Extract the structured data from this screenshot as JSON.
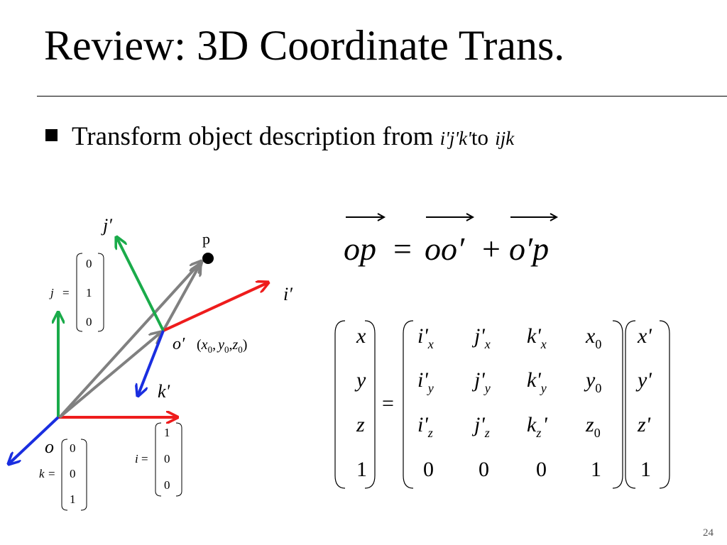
{
  "slide": {
    "title": "Review: 3D Coordinate Trans.",
    "bullet": {
      "text": "Transform object description from",
      "source_frame": "i'j'k'",
      "connector": "to",
      "target_frame": "ijk"
    },
    "page_number": "24"
  },
  "diagram": {
    "labels": {
      "j_prime": "j′",
      "i_prime": "i′",
      "k_prime": "k'",
      "o_prime": "o′",
      "o": "o",
      "p": "p"
    },
    "origin_prime_coords": {
      "open": "(",
      "x": "x",
      "x_sub": "0",
      "y": "y",
      "y_sub": "0",
      "z": "z",
      "z_sub": "0",
      "sep": ",",
      "close": ")"
    },
    "basis_vectors": {
      "j": {
        "name": "j",
        "eq": "=",
        "values": [
          "0",
          "1",
          "0"
        ]
      },
      "i": {
        "name": "i",
        "eq": "=",
        "values": [
          "1",
          "0",
          "0"
        ]
      },
      "k": {
        "name": "k",
        "eq": "=",
        "values": [
          "0",
          "0",
          "1"
        ]
      }
    },
    "colors": {
      "i_axis": "#ee1c1c",
      "j_axis": "#1aab4a",
      "k_axis": "#1a2ee0",
      "position_vectors": "#808080"
    }
  },
  "equation": {
    "lhs": "op",
    "equals": "=",
    "term1": "oo′",
    "plus": "+",
    "term2": "o′p"
  },
  "matrix_equation": {
    "lhs_vector": [
      "x",
      "y",
      "z",
      "1"
    ],
    "equals": "=",
    "matrix": {
      "row1": [
        {
          "base": "i'",
          "sub": "x"
        },
        {
          "base": "j'",
          "sub": "x"
        },
        {
          "base": "k'",
          "sub": "x"
        },
        {
          "base": "x",
          "sub": "0"
        }
      ],
      "row2": [
        {
          "base": "i'",
          "sub": "y"
        },
        {
          "base": "j'",
          "sub": "y"
        },
        {
          "base": "k'",
          "sub": "y"
        },
        {
          "base": "y",
          "sub": "0"
        }
      ],
      "row3": [
        {
          "base": "i'",
          "sub": "z"
        },
        {
          "base": "j'",
          "sub": "z"
        },
        {
          "base": "k",
          "sub": "z",
          "post": "'"
        },
        {
          "base": "z",
          "sub": "0"
        }
      ],
      "row4": [
        "0",
        "0",
        "0",
        "1"
      ]
    },
    "rhs_vector": [
      "x'",
      "y'",
      "z'",
      "1"
    ]
  }
}
